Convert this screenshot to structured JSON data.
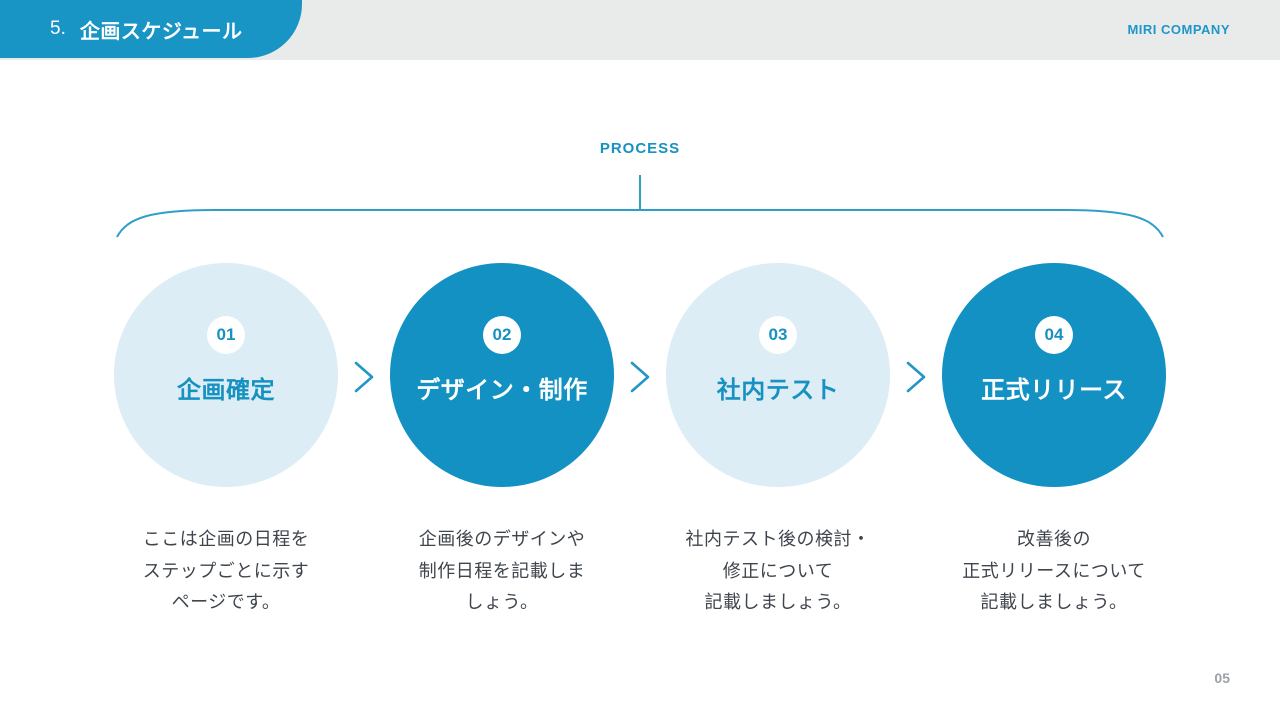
{
  "header": {
    "slide_number": "5.",
    "title": "企画スケジュール",
    "company": "MIRI COMPANY"
  },
  "process": {
    "label": "PROCESS"
  },
  "steps": [
    {
      "number": "01",
      "title": "企画確定",
      "variant": "light",
      "description_lines": [
        "ここは企画の日程を",
        "ステップごとに示す",
        "ページです。"
      ]
    },
    {
      "number": "02",
      "title": "デザイン・制作",
      "variant": "dark",
      "description_lines": [
        "企画後のデザインや",
        "制作日程を記載しま",
        "しょう。"
      ]
    },
    {
      "number": "03",
      "title": "社内テスト",
      "variant": "light",
      "description_lines": [
        "社内テスト後の検討・",
        "修正について",
        "記載しましょう。"
      ]
    },
    {
      "number": "04",
      "title": "正式リリース",
      "variant": "dark",
      "description_lines": [
        "改善後の",
        "正式リリースについて",
        "記載しましょう。"
      ]
    }
  ],
  "footer": {
    "page_number": "05"
  },
  "colors": {
    "accent": "#1791c1",
    "ribbon": "#1995c5",
    "circle_light": "#dcedf5",
    "circle_dark": "#1291c2",
    "band_gray": "#e9ebeb",
    "description_text": "#3f454d",
    "page_number": "#9ba1a9",
    "brace_stroke": "#2f9fca"
  }
}
